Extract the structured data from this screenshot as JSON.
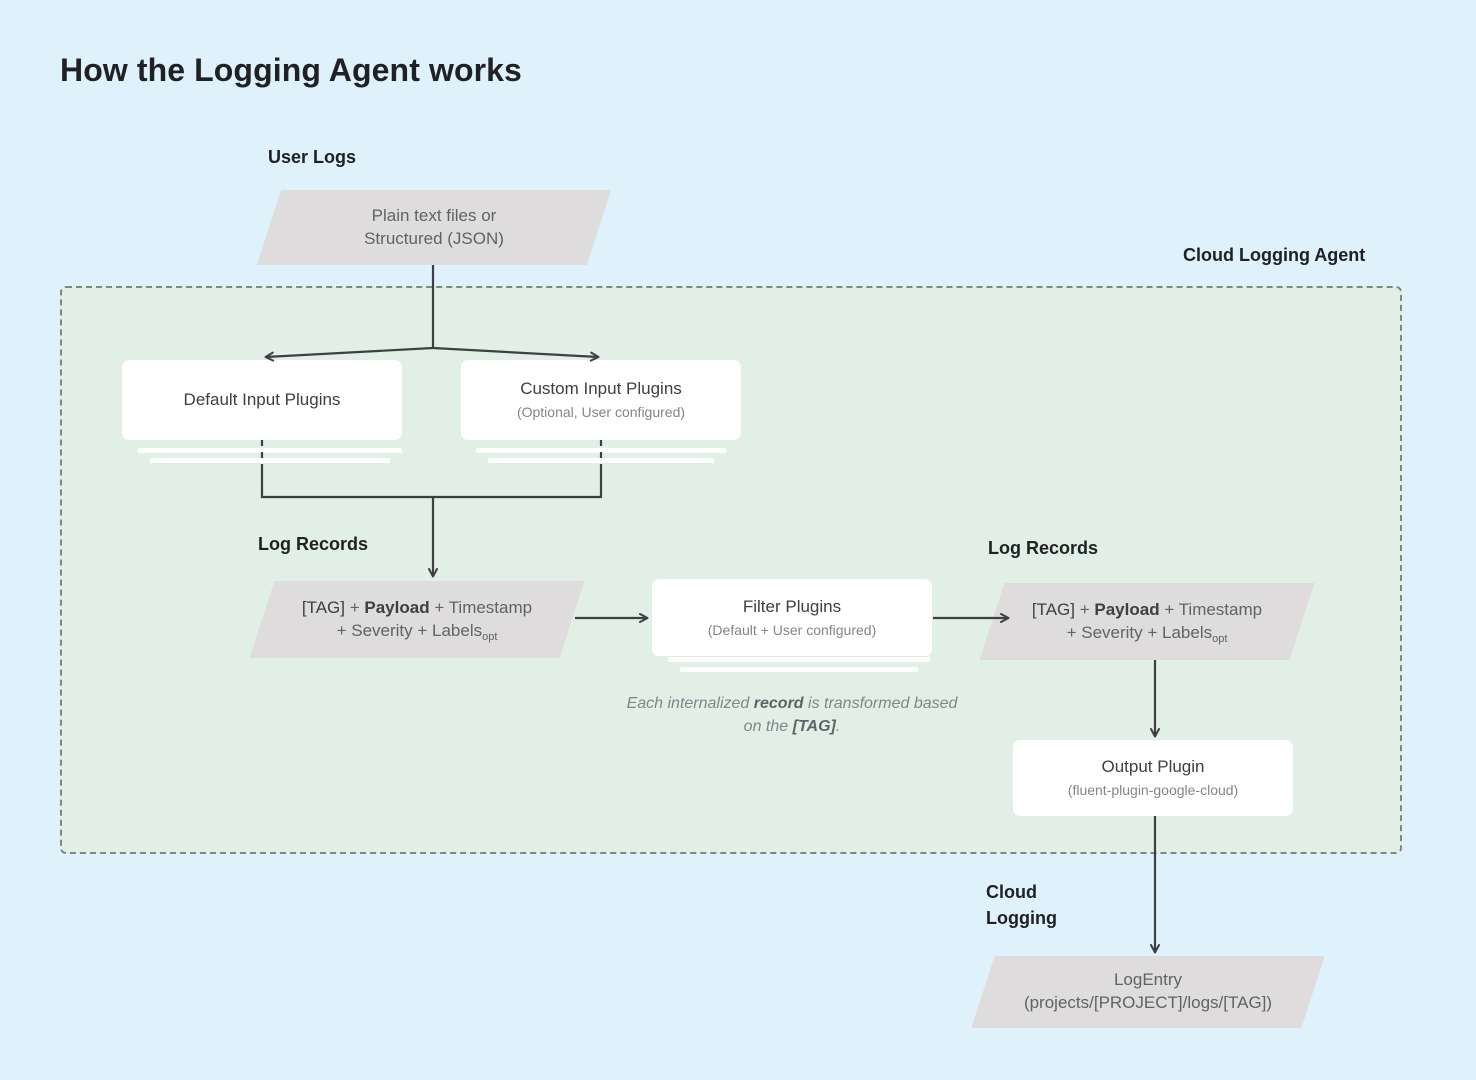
{
  "page": {
    "title": "How the Logging Agent works",
    "bg_color": "#dff1fb",
    "agent_region_color": "#e1efe6",
    "shape_color": "#dedcdc",
    "card_color": "#ffffff",
    "line_color": "#3c4043"
  },
  "labels": {
    "user_logs": "User Logs",
    "cloud_logging_agent": "Cloud Logging Agent",
    "log_records_left": "Log Records",
    "log_records_right": "Log Records",
    "cloud_logging": "Cloud\nLogging"
  },
  "nodes": {
    "user_logs_source": {
      "line1": "Plain text files or",
      "line2": "Structured (JSON)"
    },
    "default_input_plugins": {
      "title": "Default Input Plugins",
      "subtitle": ""
    },
    "custom_input_plugins": {
      "title": "Custom Input Plugins",
      "subtitle": "(Optional, User configured)"
    },
    "log_record_left": {
      "tag": "[TAG]",
      "plus1": " + ",
      "payload": "Payload",
      "rest1": " + Timestamp",
      "line2_pre": "+ Severity + Labels",
      "line2_sub": "opt"
    },
    "filter_plugins": {
      "title": "Filter Plugins",
      "subtitle": "(Default + User configured)"
    },
    "log_record_right": {
      "tag": "[TAG]",
      "plus1": " + ",
      "payload": "Payload",
      "rest1": " + Timestamp",
      "line2_pre": "+ Severity + Labels",
      "line2_sub": "opt"
    },
    "output_plugin": {
      "title": "Output Plugin",
      "subtitle": "(fluent-plugin-google-cloud)"
    },
    "log_entry": {
      "title": "LogEntry",
      "subtitle": "(projects/[PROJECT]/logs/[TAG])"
    }
  },
  "caption": {
    "part1": "Each internalized ",
    "bold1": "record",
    "part2": " is transformed based on the ",
    "bold2": "[TAG]",
    "part3": "."
  }
}
